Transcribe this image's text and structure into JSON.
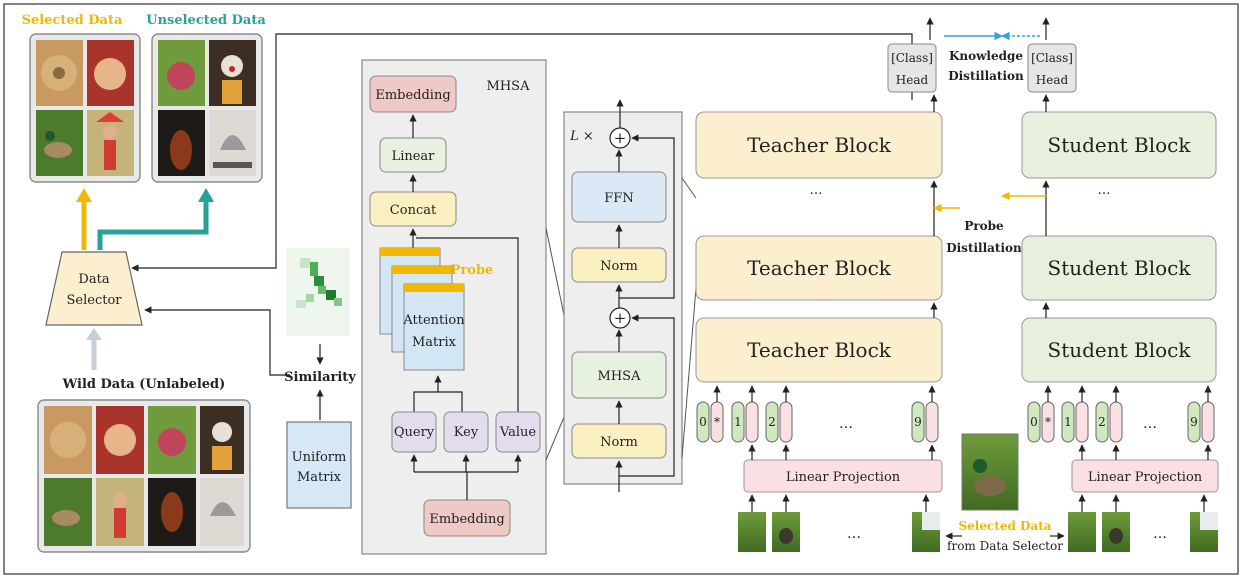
{
  "data_panel": {
    "selected_title": "Selected Data",
    "unselected_title": "Unselected Data",
    "wild_title": "Wild Data (Unlabeled)",
    "selector_line1": "Data",
    "selector_line2": "Selector",
    "similarity": "Similarity",
    "uniform_line1": "Uniform",
    "uniform_line2": "Matrix"
  },
  "mhsa": {
    "title": "MHSA",
    "embedding_top": "Embedding",
    "linear": "Linear",
    "concat": "Concat",
    "probe": "Probe",
    "attention_line1": "Attention",
    "attention_line2": "Matrix",
    "query": "Query",
    "key": "Key",
    "value": "Value",
    "embedding_bottom": "Embedding"
  },
  "block": {
    "repeat": "L ×",
    "ffn": "FFN",
    "norm_top": "Norm",
    "mhsa": "MHSA",
    "norm_bottom": "Norm",
    "plus": "+"
  },
  "distill": {
    "teacher_block": "Teacher Block",
    "student_block": "Student Block",
    "ellipsis": "…",
    "class_head_line1": "[Class]",
    "class_head_line2": "Head",
    "knowledge_line1": "Knowledge",
    "knowledge_line2": "Distillation",
    "probe_line1": "Probe",
    "probe_line2": "Distillation",
    "linear_projection": "Linear Projection",
    "token_0": "0",
    "token_star": "*",
    "token_1": "1",
    "token_2": "2",
    "token_9": "9",
    "selected_data": "Selected Data",
    "from_selector": "from Data Selector"
  },
  "colors": {
    "selected": "#f2b705",
    "unselected": "#2aa198",
    "embedding": "#eec9c6",
    "linear": "#e7f1e0",
    "concat": "#fbf0c2",
    "attention": "#d3e6f4",
    "qkv": "#e2dcee",
    "teacher": "#fbefcf",
    "student": "#e6f0dc",
    "ffn": "#dbe8f6",
    "proj": "#fbe0e3"
  }
}
